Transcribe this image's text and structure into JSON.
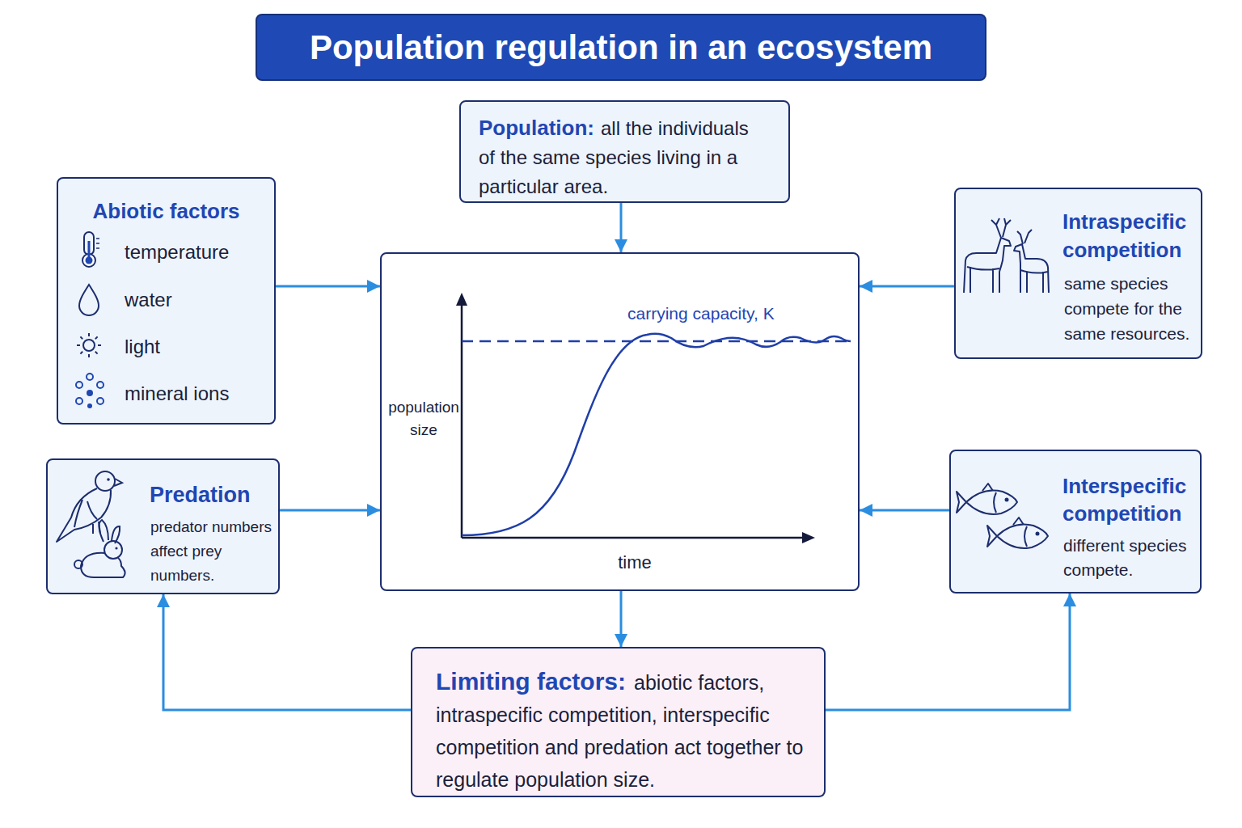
{
  "diagram": {
    "title": "Population regulation in an ecosystem",
    "nodes": [
      {
        "text": [
          "Population:",
          "all the individuals of the same species living in a particular area."
        ]
      },
      {
        "text": [
          "Abiotic factors",
          "temperature",
          "water",
          "light",
          "mineral ions"
        ]
      },
      {
        "text": [
          "carrying capacity, K",
          "population size",
          "time"
        ]
      },
      {
        "text": [
          "Intraspecific competition",
          "same species compete for the same resources."
        ]
      },
      {
        "text": [
          "Predation",
          "predator numbers affect prey numbers."
        ]
      },
      {
        "text": [
          "Interspecific competition",
          "different species compete."
        ]
      },
      {
        "text": [
          "Limiting factors:",
          "abiotic factors, intraspecific competition, interspecific competition and predation act together to regulate population size."
        ]
      }
    ],
    "edges": [
      {
        "from": 0,
        "to": 2,
        "arrow": "to"
      },
      {
        "from": 1,
        "to": 2,
        "arrow": "to"
      },
      {
        "from": 3,
        "to": 2,
        "arrow": "to"
      },
      {
        "from": 4,
        "to": 2,
        "arrow": "to"
      },
      {
        "from": 5,
        "to": 2,
        "arrow": "to"
      },
      {
        "from": 2,
        "to": 6,
        "arrow": "to"
      },
      {
        "from": 6,
        "to": 4,
        "arrow": "to"
      },
      {
        "from": 6,
        "to": 5,
        "arrow": "to"
      }
    ]
  }
}
